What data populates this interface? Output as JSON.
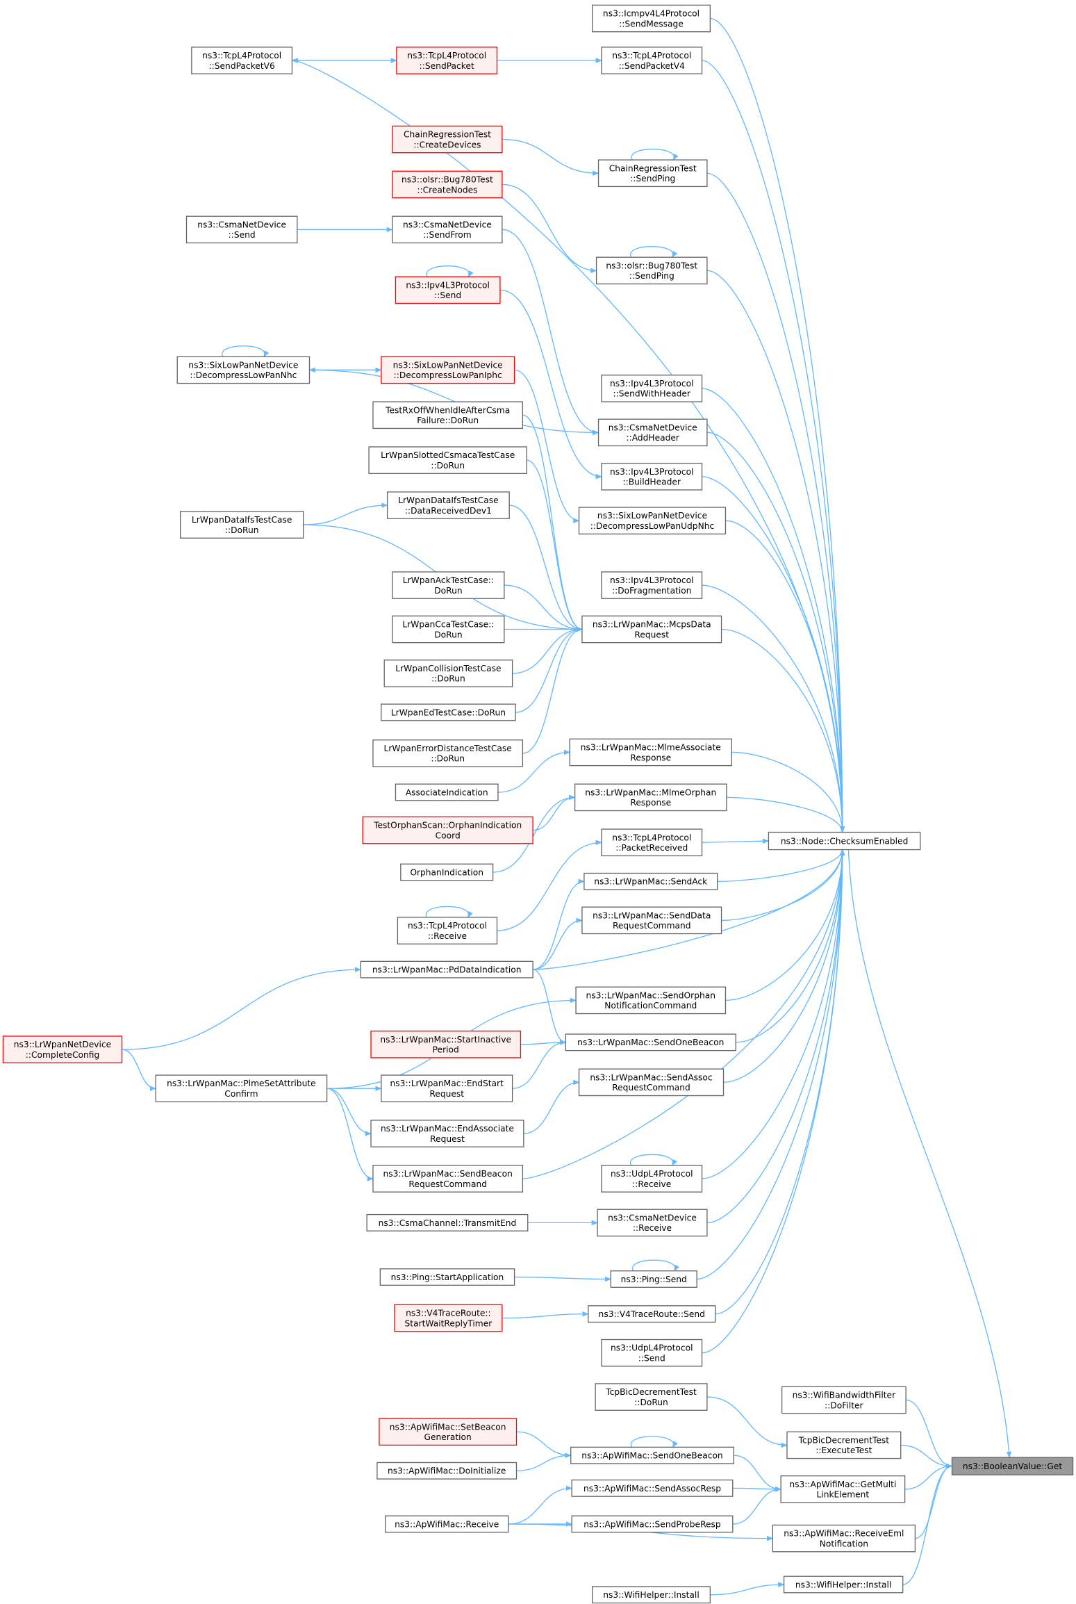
{
  "colors": {
    "edge": "#63b8ff",
    "node_border": "#666666",
    "truncated_border": "#ff0000",
    "truncated_fill": "#fff0f0",
    "root_fill": "#999999"
  },
  "nodes": [
    {
      "id": "sendmessage",
      "lines": [
        "ns3::Icmpv4L4Protocol",
        "::SendMessage"
      ],
      "style": "normal"
    },
    {
      "id": "sendpacketv6",
      "lines": [
        "ns3::TcpL4Protocol",
        "::SendPacketV6"
      ],
      "style": "normal"
    },
    {
      "id": "sendpacket",
      "lines": [
        "ns3::TcpL4Protocol",
        "::SendPacket"
      ],
      "style": "red"
    },
    {
      "id": "sendpacketv4",
      "lines": [
        "ns3::TcpL4Protocol",
        "::SendPacketV4"
      ],
      "style": "normal"
    },
    {
      "id": "createdevices",
      "lines": [
        "ChainRegressionTest",
        "::CreateDevices"
      ],
      "style": "red"
    },
    {
      "id": "chainsendping",
      "lines": [
        "ChainRegressionTest",
        "::SendPing"
      ],
      "style": "normal"
    },
    {
      "id": "createnodes",
      "lines": [
        "ns3::olsr::Bug780Test",
        "::CreateNodes"
      ],
      "style": "red"
    },
    {
      "id": "csmasend",
      "lines": [
        "ns3::CsmaNetDevice",
        "::Send"
      ],
      "style": "normal"
    },
    {
      "id": "sendfrom",
      "lines": [
        "ns3::CsmaNetDevice",
        "::SendFrom"
      ],
      "style": "normal"
    },
    {
      "id": "bugsendping",
      "lines": [
        "ns3::olsr::Bug780Test",
        "::SendPing"
      ],
      "style": "normal"
    },
    {
      "id": "ipv4send",
      "lines": [
        "ns3::Ipv4L3Protocol",
        "::Send"
      ],
      "style": "red"
    },
    {
      "id": "nhc",
      "lines": [
        "ns3::SixLowPanNetDevice",
        "::DecompressLowPanNhc"
      ],
      "style": "normal"
    },
    {
      "id": "iphc",
      "lines": [
        "ns3::SixLowPanNetDevice",
        "::DecompressLowPanIphc"
      ],
      "style": "red"
    },
    {
      "id": "sendwithheader",
      "lines": [
        "ns3::Ipv4L3Protocol",
        "::SendWithHeader"
      ],
      "style": "normal"
    },
    {
      "id": "testrxoff",
      "lines": [
        "TestRxOffWhenIdleAfterCsma",
        "Failure::DoRun"
      ],
      "style": "normal"
    },
    {
      "id": "addheader",
      "lines": [
        "ns3::CsmaNetDevice",
        "::AddHeader"
      ],
      "style": "normal"
    },
    {
      "id": "slotted",
      "lines": [
        "LrWpanSlottedCsmacaTestCase",
        "::DoRun"
      ],
      "style": "normal"
    },
    {
      "id": "buildheader",
      "lines": [
        "ns3::Ipv4L3Protocol",
        "::BuildHeader"
      ],
      "style": "normal"
    },
    {
      "id": "datareceived",
      "lines": [
        "LrWpanDataIfsTestCase",
        "::DataReceivedDev1"
      ],
      "style": "normal"
    },
    {
      "id": "dataifsdorun",
      "lines": [
        "LrWpanDataIfsTestCase",
        "::DoRun"
      ],
      "style": "normal"
    },
    {
      "id": "udpnhc",
      "lines": [
        "ns3::SixLowPanNetDevice",
        "::DecompressLowPanUdpNhc"
      ],
      "style": "normal"
    },
    {
      "id": "ack",
      "lines": [
        "LrWpanAckTestCase::",
        "DoRun"
      ],
      "style": "normal"
    },
    {
      "id": "dofrag",
      "lines": [
        "ns3::Ipv4L3Protocol",
        "::DoFragmentation"
      ],
      "style": "normal"
    },
    {
      "id": "cca",
      "lines": [
        "LrWpanCcaTestCase::",
        "DoRun"
      ],
      "style": "normal"
    },
    {
      "id": "mcps",
      "lines": [
        "ns3::LrWpanMac::McpsData",
        "Request"
      ],
      "style": "normal"
    },
    {
      "id": "collision",
      "lines": [
        "LrWpanCollisionTestCase",
        "::DoRun"
      ],
      "style": "normal"
    },
    {
      "id": "ed",
      "lines": [
        "LrWpanEdTestCase::DoRun"
      ],
      "style": "normal"
    },
    {
      "id": "errdist",
      "lines": [
        "LrWpanErrorDistanceTestCase",
        "::DoRun"
      ],
      "style": "normal"
    },
    {
      "id": "mlmeassoc",
      "lines": [
        "ns3::LrWpanMac::MlmeAssociate",
        "Response"
      ],
      "style": "normal"
    },
    {
      "id": "associnds",
      "lines": [
        "AssociateIndication"
      ],
      "style": "normal"
    },
    {
      "id": "mlmeorphan",
      "lines": [
        "ns3::LrWpanMac::MlmeOrphan",
        "Response"
      ],
      "style": "normal"
    },
    {
      "id": "orphancoord",
      "lines": [
        "TestOrphanScan::OrphanIndication",
        "Coord"
      ],
      "style": "red"
    },
    {
      "id": "packetreceived",
      "lines": [
        "ns3::TcpL4Protocol",
        "::PacketReceived"
      ],
      "style": "normal"
    },
    {
      "id": "checksum",
      "lines": [
        "ns3::Node::ChecksumEnabled"
      ],
      "style": "normal"
    },
    {
      "id": "orphanind",
      "lines": [
        "OrphanIndication"
      ],
      "style": "normal"
    },
    {
      "id": "sendack",
      "lines": [
        "ns3::LrWpanMac::SendAck"
      ],
      "style": "normal"
    },
    {
      "id": "senddatareq",
      "lines": [
        "ns3::LrWpanMac::SendData",
        "RequestCommand"
      ],
      "style": "normal"
    },
    {
      "id": "tcpreceive",
      "lines": [
        "ns3::TcpL4Protocol",
        "::Receive"
      ],
      "style": "normal"
    },
    {
      "id": "pddata",
      "lines": [
        "ns3::LrWpanMac::PdDataIndication"
      ],
      "style": "normal"
    },
    {
      "id": "sendorphan",
      "lines": [
        "ns3::LrWpanMac::SendOrphan",
        "NotificationCommand"
      ],
      "style": "normal"
    },
    {
      "id": "completeconfig",
      "lines": [
        "ns3::LrWpanNetDevice",
        "::CompleteConfig"
      ],
      "style": "red"
    },
    {
      "id": "lrsendonebeacon",
      "lines": [
        "ns3::LrWpanMac::SendOneBeacon"
      ],
      "style": "normal"
    },
    {
      "id": "startinactive",
      "lines": [
        "ns3::LrWpanMac::StartInactive",
        "Period"
      ],
      "style": "red"
    },
    {
      "id": "plme",
      "lines": [
        "ns3::LrWpanMac::PlmeSetAttribute",
        "Confirm"
      ],
      "style": "normal"
    },
    {
      "id": "endstart",
      "lines": [
        "ns3::LrWpanMac::EndStart",
        "Request"
      ],
      "style": "normal"
    },
    {
      "id": "sendassocreq",
      "lines": [
        "ns3::LrWpanMac::SendAssoc",
        "RequestCommand"
      ],
      "style": "normal"
    },
    {
      "id": "endassoc",
      "lines": [
        "ns3::LrWpanMac::EndAssociate",
        "Request"
      ],
      "style": "normal"
    },
    {
      "id": "sendbeaconreq",
      "lines": [
        "ns3::LrWpanMac::SendBeacon",
        "RequestCommand"
      ],
      "style": "normal"
    },
    {
      "id": "udpreceive",
      "lines": [
        "ns3::UdpL4Protocol",
        "::Receive"
      ],
      "style": "normal"
    },
    {
      "id": "transmitend",
      "lines": [
        "ns3::CsmaChannel::TransmitEnd"
      ],
      "style": "normal"
    },
    {
      "id": "csmareceive",
      "lines": [
        "ns3::CsmaNetDevice",
        "::Receive"
      ],
      "style": "normal"
    },
    {
      "id": "startapp",
      "lines": [
        "ns3::Ping::StartApplication"
      ],
      "style": "normal"
    },
    {
      "id": "pingsend",
      "lines": [
        "ns3::Ping::Send"
      ],
      "style": "normal"
    },
    {
      "id": "waitreply",
      "lines": [
        "ns3::V4TraceRoute::",
        "StartWaitReplyTimer"
      ],
      "style": "red"
    },
    {
      "id": "v4send",
      "lines": [
        "ns3::V4TraceRoute::Send"
      ],
      "style": "normal"
    },
    {
      "id": "udpsend",
      "lines": [
        "ns3::UdpL4Protocol",
        "::Send"
      ],
      "style": "normal"
    },
    {
      "id": "bicdorun",
      "lines": [
        "TcpBicDecrementTest",
        "::DoRun"
      ],
      "style": "normal"
    },
    {
      "id": "dofilter",
      "lines": [
        "ns3::WifiBandwidthFilter",
        "::DoFilter"
      ],
      "style": "normal"
    },
    {
      "id": "setbeacongen",
      "lines": [
        "ns3::ApWifiMac::SetBeacon",
        "Generation"
      ],
      "style": "red"
    },
    {
      "id": "executetest",
      "lines": [
        "TcpBicDecrementTest",
        "::ExecuteTest"
      ],
      "style": "normal"
    },
    {
      "id": "apsendonebeacon",
      "lines": [
        "ns3::ApWifiMac::SendOneBeacon"
      ],
      "style": "normal"
    },
    {
      "id": "get",
      "lines": [
        "ns3::BooleanValue::Get"
      ],
      "style": "root"
    },
    {
      "id": "doinit",
      "lines": [
        "ns3::ApWifiMac::DoInitialize"
      ],
      "style": "normal"
    },
    {
      "id": "sendassocresp",
      "lines": [
        "ns3::ApWifiMac::SendAssocResp"
      ],
      "style": "normal"
    },
    {
      "id": "getmulti",
      "lines": [
        "ns3::ApWifiMac::GetMulti",
        "LinkElement"
      ],
      "style": "normal"
    },
    {
      "id": "apreceive",
      "lines": [
        "ns3::ApWifiMac::Receive"
      ],
      "style": "normal"
    },
    {
      "id": "sendproberesp",
      "lines": [
        "ns3::ApWifiMac::SendProbeResp"
      ],
      "style": "normal"
    },
    {
      "id": "receiveeml",
      "lines": [
        "ns3::ApWifiMac::ReceiveEml",
        "Notification"
      ],
      "style": "normal"
    },
    {
      "id": "wifiinstall1",
      "lines": [
        "ns3::WifiHelper::Install"
      ],
      "style": "normal"
    },
    {
      "id": "wifiinstall2",
      "lines": [
        "ns3::WifiHelper::Install"
      ],
      "style": "normal"
    }
  ],
  "edges": [
    [
      "sendmessage",
      "checksum"
    ],
    [
      "sendpacketv6",
      "sendpacket"
    ],
    [
      "sendpacket",
      "sendpacketv6"
    ],
    [
      "sendpacket",
      "sendpacketv4"
    ],
    [
      "sendpacketv4",
      "checksum"
    ],
    [
      "sendpacketv6",
      "checksum"
    ],
    [
      "createdevices",
      "chainsendping"
    ],
    [
      "chainsendping",
      "chainsendping"
    ],
    [
      "chainsendping",
      "checksum"
    ],
    [
      "createnodes",
      "bugsendping"
    ],
    [
      "bugsendping",
      "bugsendping"
    ],
    [
      "bugsendping",
      "checksum"
    ],
    [
      "csmasend",
      "sendfrom"
    ],
    [
      "sendfrom",
      "addheader"
    ],
    [
      "ipv4send",
      "ipv4send"
    ],
    [
      "ipv4send",
      "buildheader"
    ],
    [
      "nhc",
      "nhc"
    ],
    [
      "nhc",
      "iphc"
    ],
    [
      "iphc",
      "nhc"
    ],
    [
      "nhc",
      "addheader"
    ],
    [
      "iphc",
      "udpnhc"
    ],
    [
      "testrxoff",
      "mcps"
    ],
    [
      "slotted",
      "mcps"
    ],
    [
      "datareceived",
      "mcps"
    ],
    [
      "dataifsdorun",
      "datareceived"
    ],
    [
      "dataifsdorun",
      "mcps"
    ],
    [
      "ack",
      "mcps"
    ],
    [
      "cca",
      "mcps"
    ],
    [
      "collision",
      "mcps"
    ],
    [
      "ed",
      "mcps"
    ],
    [
      "errdist",
      "mcps"
    ],
    [
      "sendwithheader",
      "checksum"
    ],
    [
      "addheader",
      "checksum"
    ],
    [
      "buildheader",
      "checksum"
    ],
    [
      "udpnhc",
      "checksum"
    ],
    [
      "dofrag",
      "checksum"
    ],
    [
      "mcps",
      "checksum"
    ],
    [
      "associnds",
      "mlmeassoc"
    ],
    [
      "orphancoord",
      "mlmeorphan"
    ],
    [
      "orphanind",
      "mlmeorphan"
    ],
    [
      "mlmeassoc",
      "checksum"
    ],
    [
      "mlmeorphan",
      "checksum"
    ],
    [
      "tcpreceive",
      "tcpreceive"
    ],
    [
      "tcpreceive",
      "packetreceived"
    ],
    [
      "packetreceived",
      "checksum"
    ],
    [
      "pddata",
      "sendack"
    ],
    [
      "pddata",
      "senddatareq"
    ],
    [
      "pddata",
      "checksum"
    ],
    [
      "pddata",
      "lrsendonebeacon"
    ],
    [
      "sendack",
      "checksum"
    ],
    [
      "senddatareq",
      "checksum"
    ],
    [
      "completeconfig",
      "pddata"
    ],
    [
      "completeconfig",
      "plme"
    ],
    [
      "plme",
      "sendorphan"
    ],
    [
      "plme",
      "endstart"
    ],
    [
      "plme",
      "endassoc"
    ],
    [
      "plme",
      "sendbeaconreq"
    ],
    [
      "startinactive",
      "lrsendonebeacon"
    ],
    [
      "endstart",
      "lrsendonebeacon"
    ],
    [
      "endassoc",
      "sendassocreq"
    ],
    [
      "sendorphan",
      "checksum"
    ],
    [
      "lrsendonebeacon",
      "checksum"
    ],
    [
      "sendassocreq",
      "checksum"
    ],
    [
      "sendbeaconreq",
      "checksum"
    ],
    [
      "udpreceive",
      "udpreceive"
    ],
    [
      "udpreceive",
      "checksum"
    ],
    [
      "transmitend",
      "csmareceive"
    ],
    [
      "csmareceive",
      "checksum"
    ],
    [
      "startapp",
      "pingsend"
    ],
    [
      "pingsend",
      "pingsend"
    ],
    [
      "pingsend",
      "checksum"
    ],
    [
      "waitreply",
      "v4send"
    ],
    [
      "v4send",
      "checksum"
    ],
    [
      "udpsend",
      "checksum"
    ],
    [
      "checksum",
      "get"
    ],
    [
      "bicdorun",
      "executetest"
    ],
    [
      "dofilter",
      "get"
    ],
    [
      "executetest",
      "get"
    ],
    [
      "setbeacongen",
      "apsendonebeacon"
    ],
    [
      "apsendonebeacon",
      "apsendonebeacon"
    ],
    [
      "doinit",
      "apsendonebeacon"
    ],
    [
      "apsendonebeacon",
      "getmulti"
    ],
    [
      "sendassocresp",
      "getmulti"
    ],
    [
      "sendproberesp",
      "getmulti"
    ],
    [
      "apreceive",
      "sendassocresp"
    ],
    [
      "apreceive",
      "sendproberesp"
    ],
    [
      "apreceive",
      "receiveeml"
    ],
    [
      "getmulti",
      "get"
    ],
    [
      "receiveeml",
      "get"
    ],
    [
      "wifiinstall1",
      "wifiinstall2"
    ],
    [
      "wifiinstall2",
      "get"
    ]
  ]
}
